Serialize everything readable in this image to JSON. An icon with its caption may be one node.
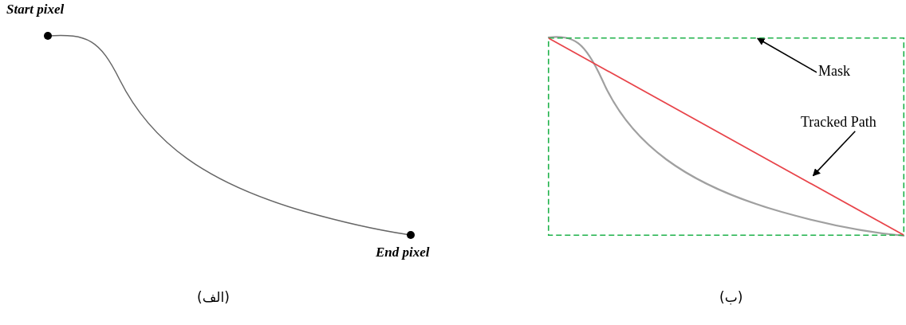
{
  "diagram": {
    "nodes": [
      {
        "text": [],
        "shape": "box"
      },
      {
        "text": [
          "Mask"
        ],
        "in": 0
      },
      {
        "text": [
          "Tracked Path"
        ],
        "in": 0
      },
      {
        "text": [],
        "shape": "line",
        "in": 0
      }
    ],
    "edges": [
      {
        "from": 1,
        "to": 0,
        "arrow": "to"
      },
      {
        "from": 2,
        "to": 3,
        "arrow": "to"
      }
    ],
    "labels": [
      "Start pixel",
      "End pixel",
      "(الف)",
      "(ب)"
    ]
  }
}
